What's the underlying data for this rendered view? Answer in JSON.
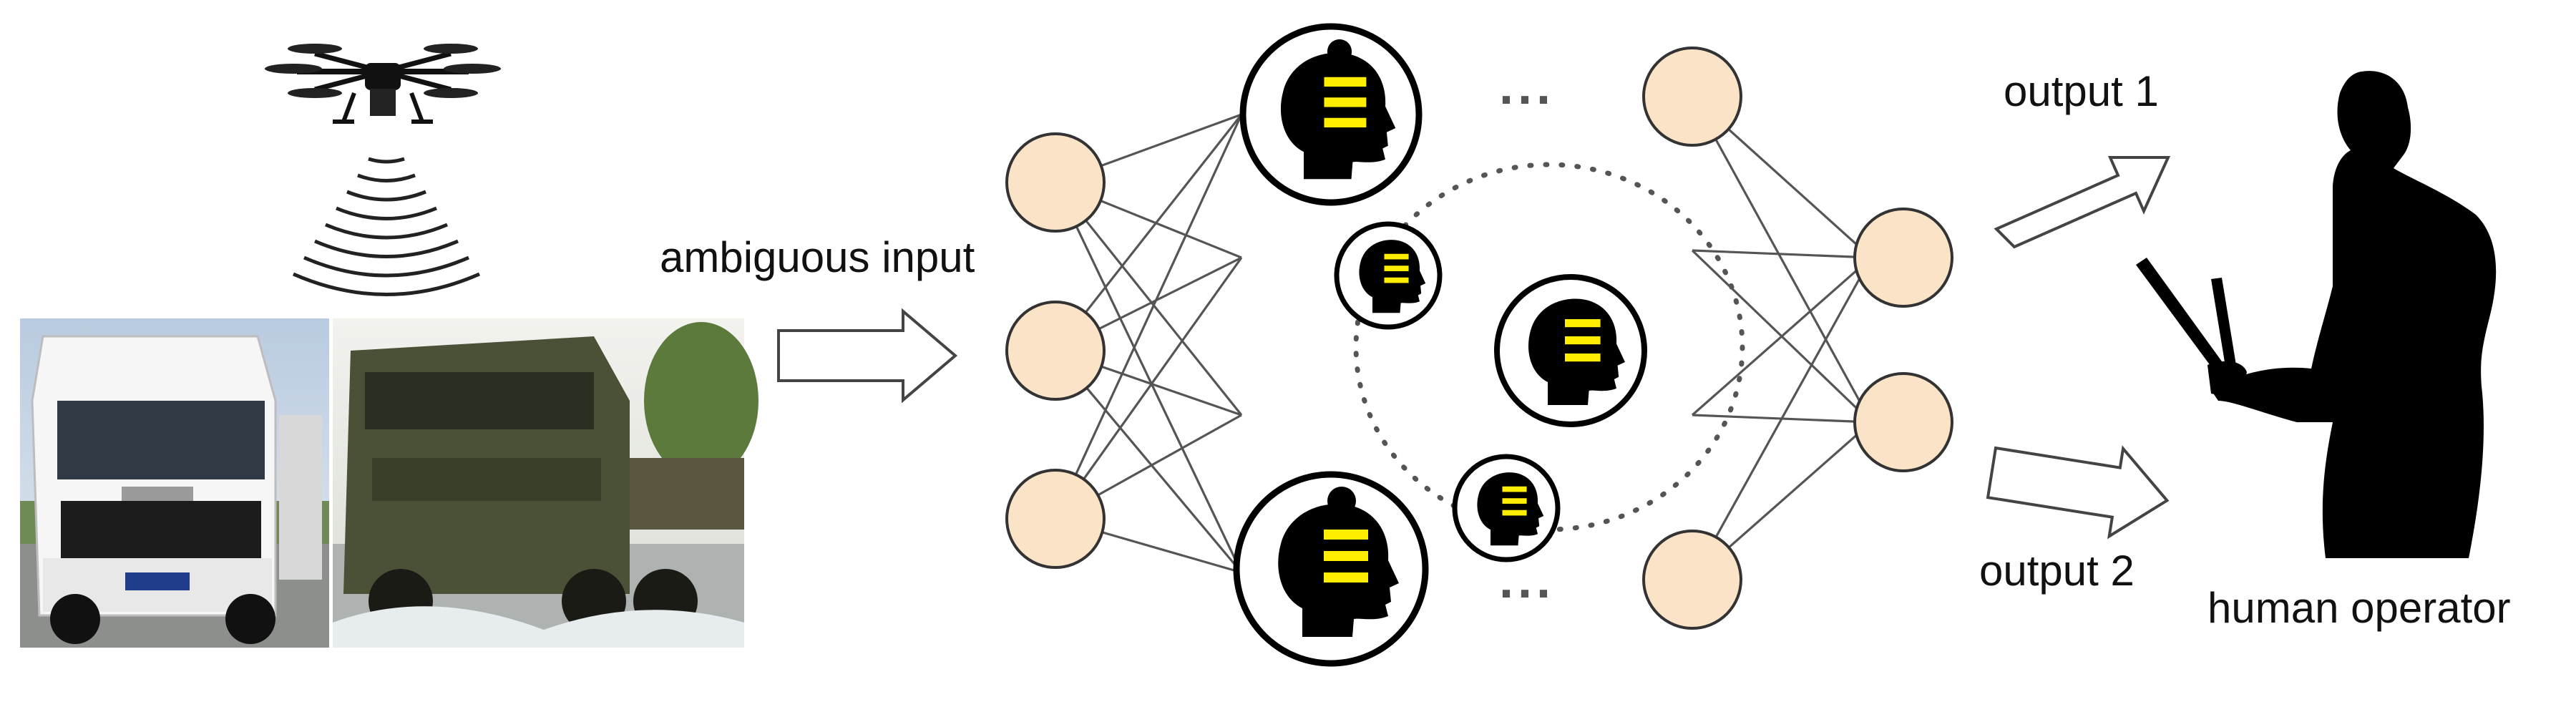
{
  "labels": {
    "input": "ambiguous input",
    "output1": "output 1",
    "output2": "output 2",
    "operator": "human operator"
  },
  "ellipsis": "...",
  "colors": {
    "node_fill": "#fbe3c8",
    "node_stroke": "#333333",
    "edge": "#555555",
    "head_fill": "#000000",
    "brain_bar": "#ffee00",
    "dotted_ring": "#555555",
    "arrow_stroke": "#444444"
  },
  "icons": [
    "drone-icon",
    "radar-waves-icon",
    "white-truck-photo",
    "military-truck-photo",
    "human-head-icon",
    "human-operator-silhouette"
  ]
}
